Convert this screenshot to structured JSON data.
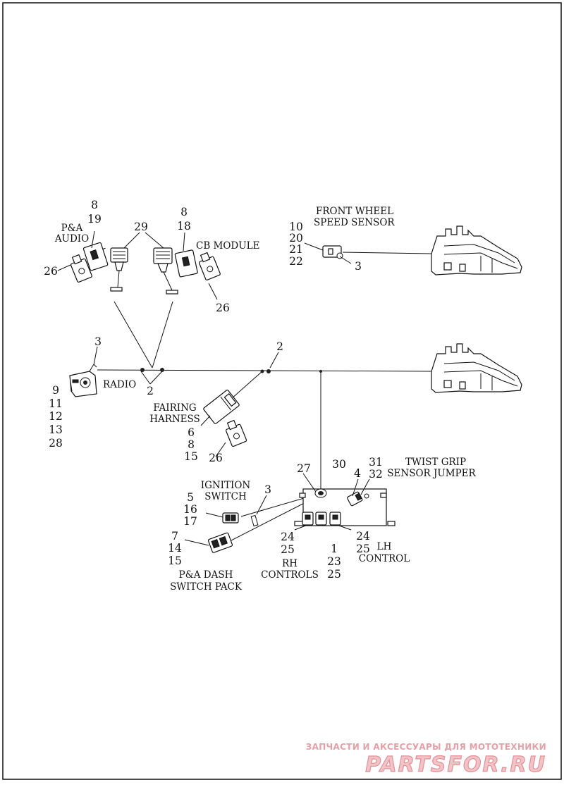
{
  "labels": {
    "pa_audio": [
      "P&A",
      "AUDIO"
    ],
    "cb_module": "CB MODULE",
    "front_wheel_speed_sensor": [
      "FRONT WHEEL",
      "SPEED SENSOR"
    ],
    "radio": "RADIO",
    "fairing_harness": [
      "FAIRING",
      "HARNESS"
    ],
    "ignition_switch": [
      "IGNITION",
      "SWITCH"
    ],
    "twist_grip_sensor_jumper": [
      "TWIST GRIP",
      "SENSOR JUMPER"
    ],
    "pa_dash_switch_pack": [
      "P&A DASH",
      "SWITCH PACK"
    ],
    "rh_controls": [
      "RH",
      "CONTROLS"
    ],
    "lh_control": [
      "LH",
      "CONTROL"
    ]
  },
  "callouts": {
    "pa_audio": [
      "8",
      "19"
    ],
    "pa_audio_bracket": "26",
    "connectors_top": "29",
    "cb_module": [
      "8",
      "18"
    ],
    "cb_bracket": "26",
    "speed_sensor": [
      "10",
      "20",
      "21",
      "22"
    ],
    "speed_sensor_clip": "3",
    "radio_clip": "3",
    "radio": [
      "9",
      "11",
      "12",
      "13",
      "28"
    ],
    "harness_clip_left": "2",
    "harness_clip_right": "2",
    "fairing_harness": [
      "6",
      "8",
      "15"
    ],
    "fairing_bracket": "26",
    "junction_27": "27",
    "junction_30": "30",
    "twist_grip": [
      "31",
      "32"
    ],
    "item_4": "4",
    "ignition_switch": [
      "5",
      "16",
      "17"
    ],
    "ignition_clip": "3",
    "dash_switch_pack": [
      "7",
      "14",
      "15"
    ],
    "rh_controls": [
      "24",
      "25"
    ],
    "center_connector": [
      "1",
      "23",
      "25"
    ],
    "lh_control": [
      "24",
      "25"
    ]
  },
  "watermark": {
    "top_line": "ЗАПЧАСТИ И АКСЕССУАРЫ ДЛЯ МОТОТЕХНИКИ",
    "logo": "PARTSFOR.RU"
  }
}
